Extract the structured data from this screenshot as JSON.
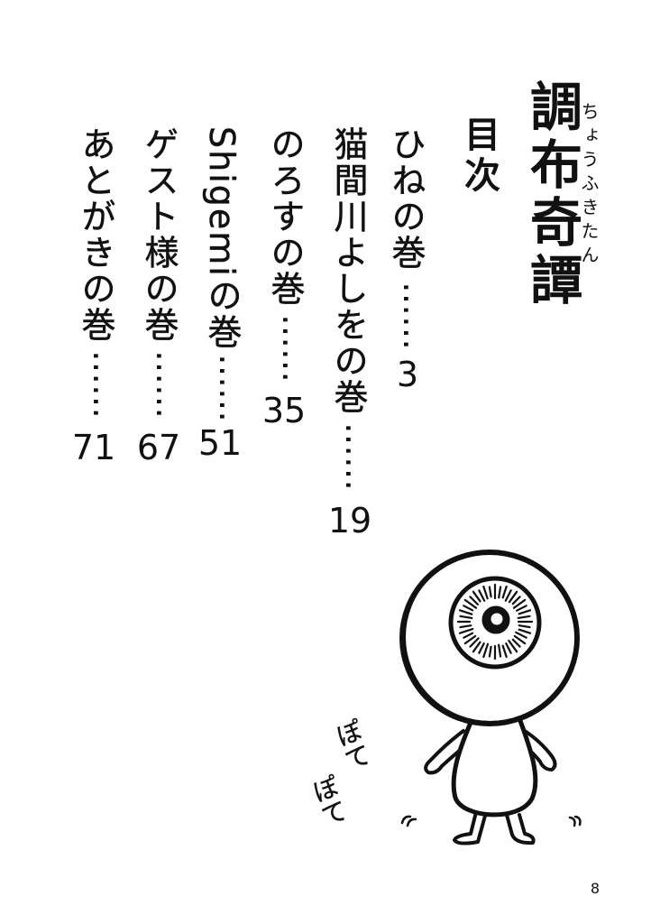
{
  "book_title": {
    "text": "調布奇譚",
    "ruby": "ちょうふきたん"
  },
  "toc_heading": "目次",
  "entries": [
    {
      "title": "ひねの巻",
      "leader": "……",
      "page": "3"
    },
    {
      "title": "猫間川よしをの巻",
      "leader": "……",
      "page": "19"
    },
    {
      "title": "のろすの巻",
      "leader": "……",
      "page": "35"
    },
    {
      "title": "Shigemiの巻",
      "leader": "……",
      "page": "51"
    },
    {
      "title": "ゲスト様の巻",
      "leader": "……",
      "page": "67"
    },
    {
      "title": "あとがきの巻",
      "leader": "……",
      "page": "71"
    }
  ],
  "illustration": {
    "sound_effects": [
      "ぽて",
      "ぽて"
    ]
  },
  "page_number": "8",
  "colors": {
    "ink": "#111111",
    "paper": "#ffffff"
  }
}
